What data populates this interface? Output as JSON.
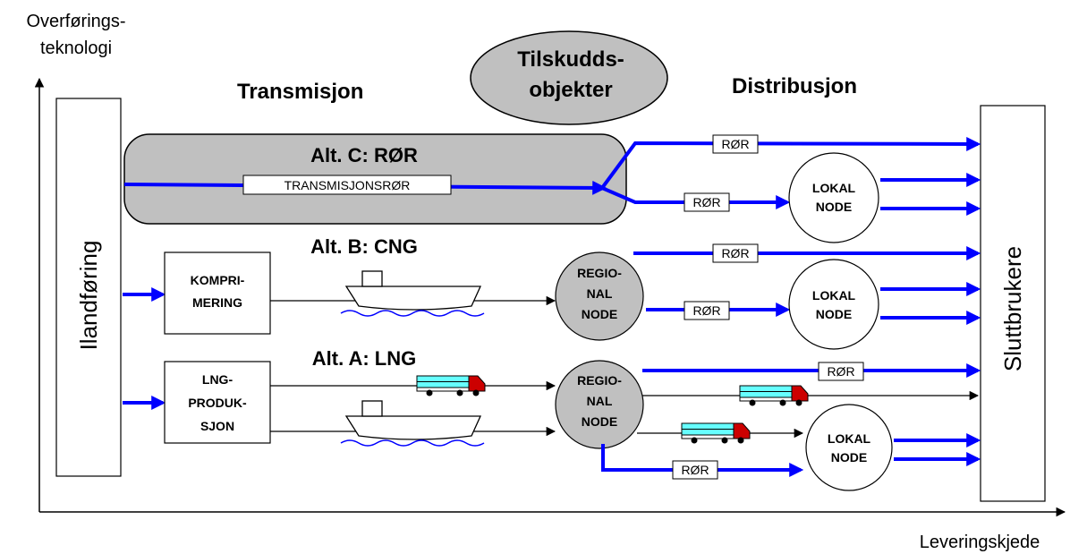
{
  "axes": {
    "y_label_line1": "Overførings-",
    "y_label_line2": "teknologi",
    "x_label": "Leveringskjede"
  },
  "headings": {
    "transmission": "Transmisjon",
    "distribution": "Distribusjon"
  },
  "subsidy_objects": {
    "line1": "Tilskudds-",
    "line2": "objekter"
  },
  "side_boxes": {
    "landing": "Ilandføring",
    "end_users": "Sluttbrukere"
  },
  "alternatives": {
    "c": "Alt. C: RØR",
    "b": "Alt. B: CNG",
    "a": "Alt. A: LNG"
  },
  "transmission_pipe_label": "TRANSMISJONSRØR",
  "process_boxes": {
    "compression_line1": "KOMPRI-",
    "compression_line2": "MERING",
    "lng_line1": "LNG-",
    "lng_line2": "PRODUK-",
    "lng_line3": "SJON"
  },
  "regional_node": {
    "line1": "REGIO-",
    "line2": "NAL",
    "line3": "NODE"
  },
  "local_node": {
    "line1": "LOKAL",
    "line2": "NODE"
  },
  "pipe_label": "RØR",
  "colors": {
    "pipe_blue": "#0000ff",
    "node_grey": "#c0c0c0",
    "truck_red": "#cc0000",
    "truck_cyan": "#66ffff"
  }
}
